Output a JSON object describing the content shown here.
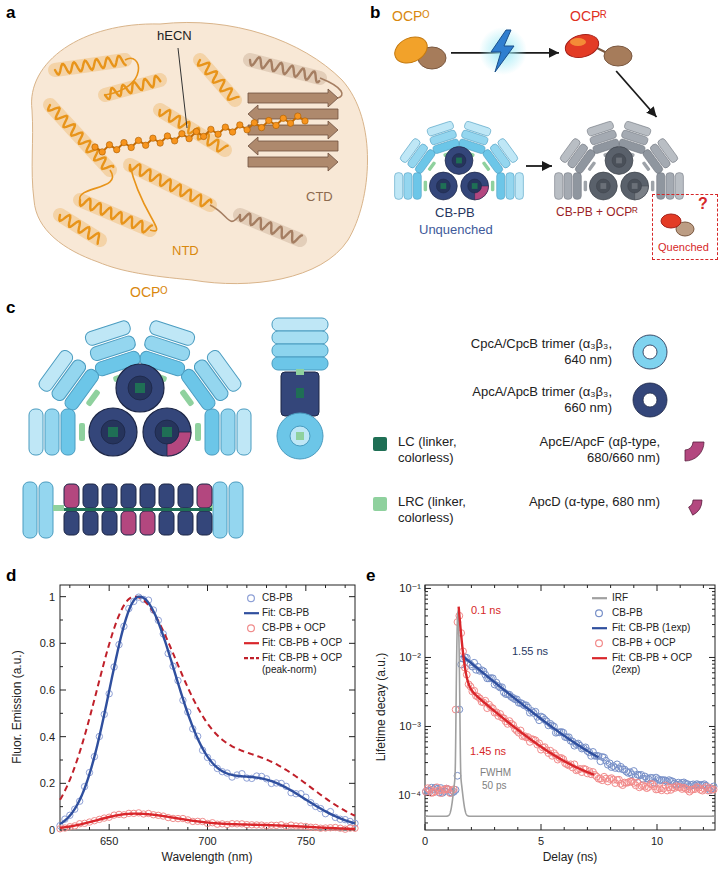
{
  "diagram": {
    "nodes": [
      {
        "text": [
          "OCPᴼ"
        ]
      },
      {
        "text": [
          "OCPᴿ"
        ]
      },
      {
        "text": [
          "CB-PB",
          "Unquenched"
        ]
      },
      {
        "text": [
          "CB-PB + OCPᴿ"
        ]
      },
      {
        "text": [
          "?",
          "Quenched"
        ],
        "in": 3
      }
    ],
    "edges": [
      {
        "from": 0,
        "to": 1,
        "arrow": "to"
      },
      {
        "from": 1,
        "to": 3,
        "arrow": "to"
      },
      {
        "from": 2,
        "to": 3,
        "arrow": "to"
      }
    ],
    "labels": [
      "a",
      "hECN",
      "NTD",
      "CTD",
      "OCPᴼ",
      "b",
      "c",
      "d",
      "0",
      "0.2",
      "0.4",
      "0.6",
      "0.8",
      "1",
      "650",
      "700",
      "750",
      "Wavelength (nm)",
      "Fluor. Emission (a.u.)",
      "e",
      "10⁻⁴",
      "10⁻³",
      "10⁻²",
      "10⁻¹",
      "0",
      "5",
      "10",
      "Delay (ns)",
      "Lifetime decay (a.u.)",
      "0.1 ns",
      "1.55 ns",
      "1.45 ns",
      "FWHM",
      "50 ps"
    ],
    "legend": [
      {
        "text": "CpcA/CpcB trimer (α₃β₃, 640 nm)",
        "color": "#7fd3ef"
      },
      {
        "text": "ApcA/ApcB trimer (α₃β₃, 660 nm)",
        "color": "#34467a"
      },
      {
        "text": "LC (linker, colorless)",
        "color": "#1f6f55"
      },
      {
        "text": "ApcE/ApcF (αβ-type, 680/660 nm)",
        "color": "#b3477f"
      },
      {
        "text": "LRC (linker, colorless)",
        "color": "#8fd19e"
      },
      {
        "text": "ApcD (α-type, 680 nm)",
        "color": "#b3477f"
      },
      {
        "text": "CB-PB"
      },
      {
        "text": "Fit: CB-PB"
      },
      {
        "text": "CB-PB + OCP"
      },
      {
        "text": "Fit: CB-PB + OCP"
      },
      {
        "text": "Fit: CB-PB + OCP (peak-norm)"
      },
      {
        "text": "IRF"
      },
      {
        "text": "CB-PB"
      },
      {
        "text": "Fit: CB-PB (1exp)"
      },
      {
        "text": "CB-PB + OCP"
      },
      {
        "text": "Fit: CB-PB + OCP (2exp)"
      }
    ]
  }
}
